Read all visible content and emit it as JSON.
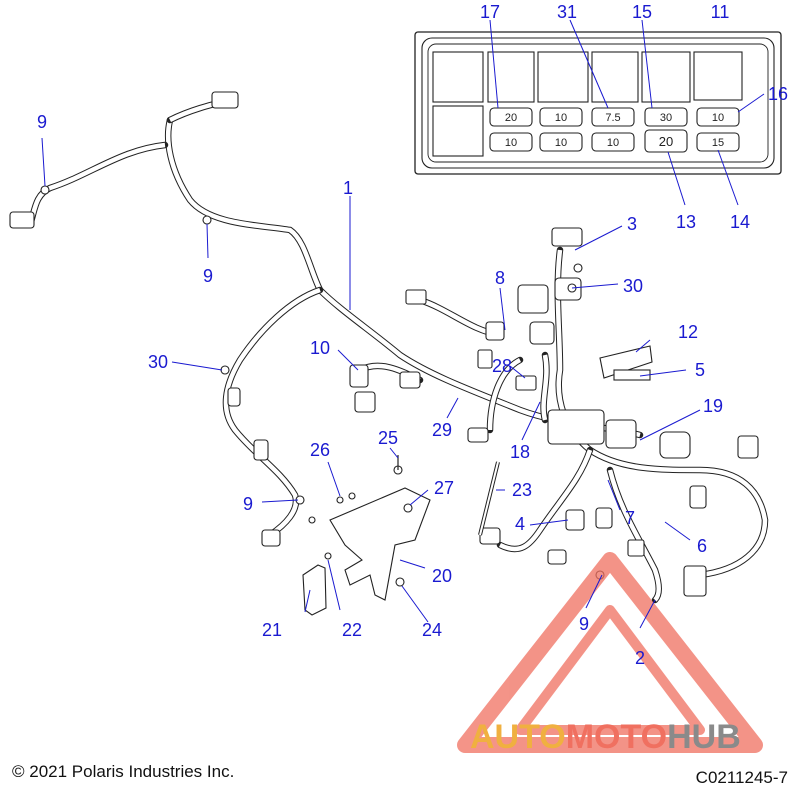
{
  "copyright": "© 2021 Polaris Industries Inc.",
  "diagram_code": "C0211245-7",
  "watermark": {
    "part1": "AUTO",
    "part2": "MOTO",
    "part3": "HUB",
    "colors": [
      "#f0b040",
      "#f07060",
      "#8a8a8a"
    ]
  },
  "fuse_values": {
    "r1": [
      "20",
      "10",
      "7.5",
      "30",
      "10"
    ],
    "r2": [
      "10",
      "10",
      "10",
      "20",
      "15"
    ]
  },
  "callouts": {
    "c1": "1",
    "c2": "2",
    "c3": "3",
    "c4": "4",
    "c5": "5",
    "c6": "6",
    "c7": "7",
    "c8": "8",
    "c9a": "9",
    "c9b": "9",
    "c9c": "9",
    "c9d": "9",
    "c10": "10",
    "c11": "11",
    "c12": "12",
    "c13": "13",
    "c14": "14",
    "c15": "15",
    "c16": "16",
    "c17": "17",
    "c18": "18",
    "c19": "19",
    "c20": "20",
    "c21": "21",
    "c22": "22",
    "c23": "23",
    "c24": "24",
    "c25": "25",
    "c26": "26",
    "c27": "27",
    "c28": "28",
    "c29": "29",
    "c30a": "30",
    "c30b": "30",
    "c31": "31"
  }
}
